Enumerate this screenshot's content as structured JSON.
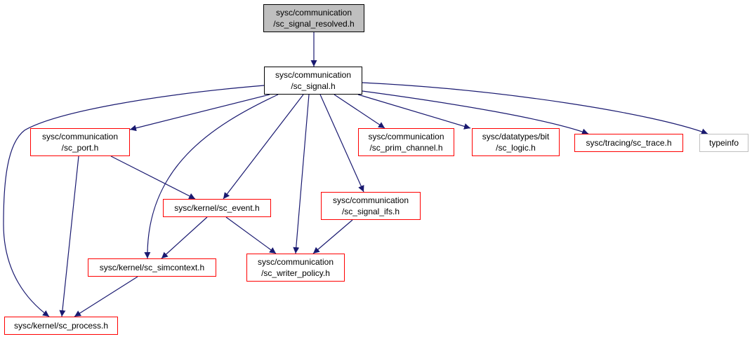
{
  "colors": {
    "edge": "#191970",
    "node_border_incomplete": "#ff0000",
    "node_border_documented": "#000000",
    "node_border_external": "#bfbfbf",
    "root_fill": "#bfbfbf"
  },
  "nodes": {
    "sc_signal_resolved": {
      "line1": "sysc/communication",
      "line2": "/sc_signal_resolved.h"
    },
    "sc_signal": {
      "line1": "sysc/communication",
      "line2": "/sc_signal.h"
    },
    "sc_port": {
      "line1": "sysc/communication",
      "line2": "/sc_port.h"
    },
    "sc_prim_channel": {
      "line1": "sysc/communication",
      "line2": "/sc_prim_channel.h"
    },
    "sc_logic": {
      "line1": "sysc/datatypes/bit",
      "line2": "/sc_logic.h"
    },
    "sc_trace": {
      "line1": "sysc/tracing/sc_trace.h"
    },
    "typeinfo": {
      "line1": "typeinfo"
    },
    "sc_event": {
      "line1": "sysc/kernel/sc_event.h"
    },
    "sc_signal_ifs": {
      "line1": "sysc/communication",
      "line2": "/sc_signal_ifs.h"
    },
    "sc_simcontext": {
      "line1": "sysc/kernel/sc_simcontext.h"
    },
    "sc_writer_policy": {
      "line1": "sysc/communication",
      "line2": "/sc_writer_policy.h"
    },
    "sc_process": {
      "line1": "sysc/kernel/sc_process.h"
    }
  },
  "edges": [
    [
      "sc_signal_resolved",
      "sc_signal"
    ],
    [
      "sc_signal",
      "sc_port"
    ],
    [
      "sc_signal",
      "sc_prim_channel"
    ],
    [
      "sc_signal",
      "sc_logic"
    ],
    [
      "sc_signal",
      "sc_trace"
    ],
    [
      "sc_signal",
      "typeinfo"
    ],
    [
      "sc_signal",
      "sc_event"
    ],
    [
      "sc_signal",
      "sc_signal_ifs"
    ],
    [
      "sc_signal",
      "sc_simcontext"
    ],
    [
      "sc_signal",
      "sc_writer_policy"
    ],
    [
      "sc_signal",
      "sc_process"
    ],
    [
      "sc_port",
      "sc_event"
    ],
    [
      "sc_port",
      "sc_process"
    ],
    [
      "sc_event",
      "sc_simcontext"
    ],
    [
      "sc_event",
      "sc_writer_policy"
    ],
    [
      "sc_signal_ifs",
      "sc_writer_policy"
    ],
    [
      "sc_simcontext",
      "sc_process"
    ]
  ]
}
